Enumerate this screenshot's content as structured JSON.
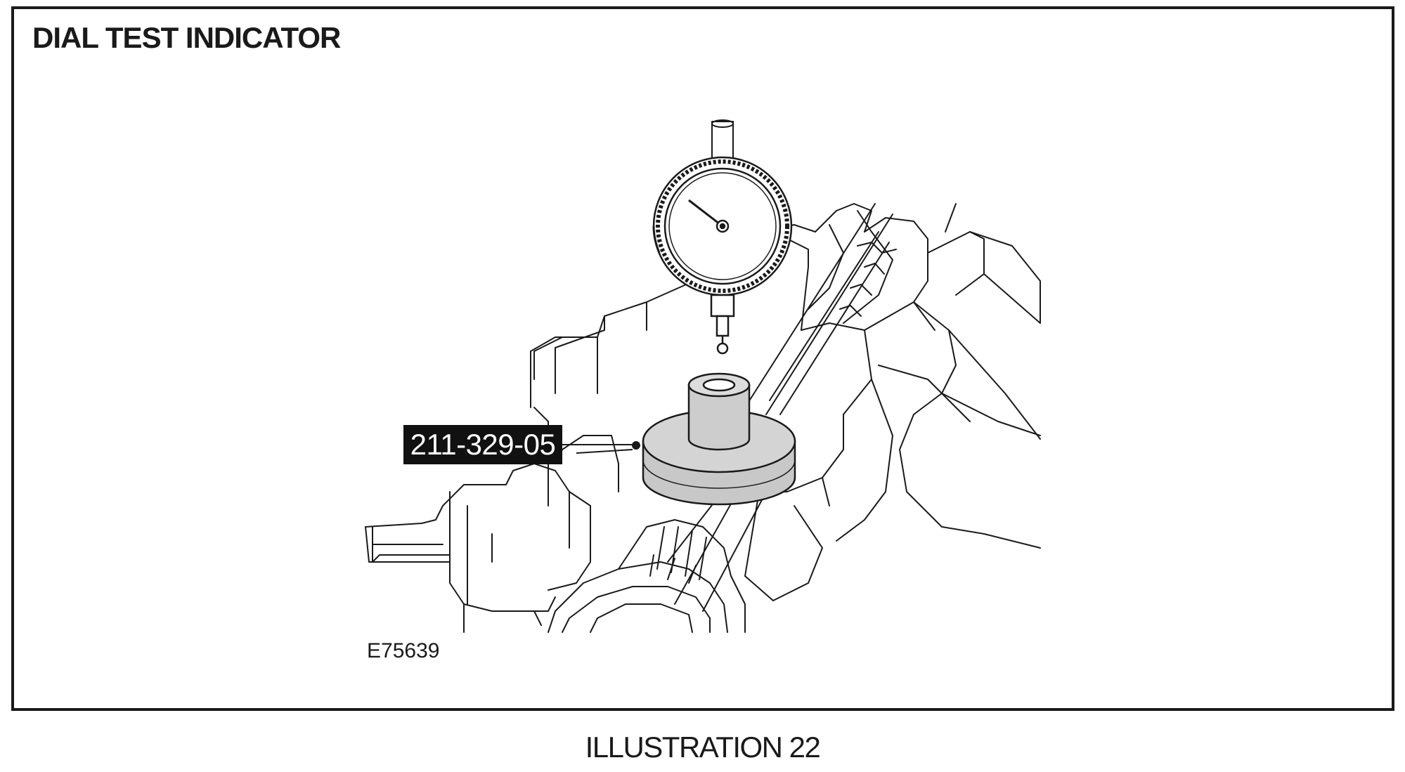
{
  "header": {
    "title": "DIAL TEST INDICATOR"
  },
  "diagram": {
    "tool_label": "211-329-05",
    "figure_id": "E75639"
  },
  "footer": {
    "caption": "ILLUSTRATION 22"
  },
  "colors": {
    "line": "#1a1a1a",
    "highlight_fill": "#cccccc",
    "label_bg": "#111111",
    "label_text": "#ffffff"
  }
}
